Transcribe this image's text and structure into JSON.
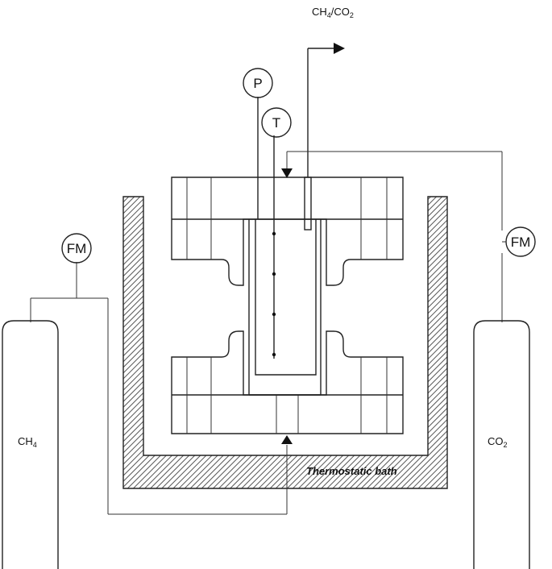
{
  "labels": {
    "outlet_main": "CH",
    "outlet_sub1": "4",
    "outlet_mid": "/CO",
    "outlet_sub2": "2",
    "pressure": "P",
    "temperature": "T",
    "flowmeter_left": "FM",
    "flowmeter_right": "FM",
    "cyl_left_main": "CH",
    "cyl_left_sub": "4",
    "cyl_right_main": "CO",
    "cyl_right_sub": "2",
    "bath": "Thermostatic bath"
  }
}
